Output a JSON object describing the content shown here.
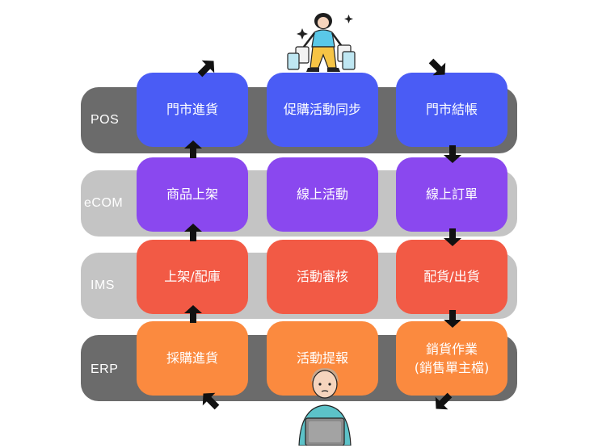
{
  "colors": {
    "band_dark": "#6b6b6b",
    "band_light": "#c4c4c4",
    "pos_blue": "#4a5cf5",
    "ecom_purple": "#8a48ef",
    "ims_red": "#f25a45",
    "erp_orange": "#fb8a3f",
    "arrow": "#111111"
  },
  "layers": {
    "pos": {
      "label": "POS"
    },
    "ecom": {
      "label": "eCOM"
    },
    "ims": {
      "label": "IMS"
    },
    "erp": {
      "label": "ERP"
    }
  },
  "boxes": {
    "pos": [
      "門市進貨",
      "促購活動同步",
      "門市結帳"
    ],
    "ecom": [
      "商品上架",
      "線上活動",
      "線上訂單"
    ],
    "ims": [
      "上架/配庫",
      "活動審核",
      "配貨/出貨"
    ],
    "erp": [
      "採購進貨",
      "活動提報",
      "銷貨作業\n(銷售單主檔)"
    ]
  },
  "icons": {
    "shopper": "shopper-illustration-icon",
    "worker": "laptop-worker-illustration-icon",
    "arrow": "arrow-icon"
  }
}
